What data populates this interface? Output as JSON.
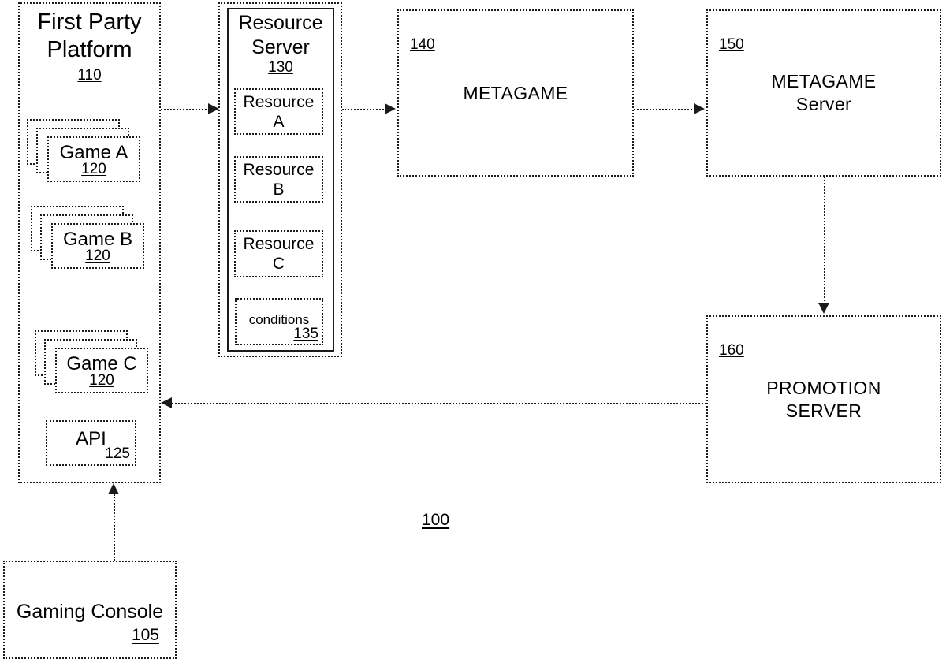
{
  "figure": {
    "reference": "100",
    "kind": "patent-block-diagram"
  },
  "blocks": {
    "first_party_platform": {
      "title_line1": "First Party",
      "title_line2": "Platform",
      "reference": "110",
      "games": [
        {
          "label": "Game A",
          "reference": "120",
          "stack_count": 3
        },
        {
          "label": "Game B",
          "reference": "120",
          "stack_count": 3
        },
        {
          "label": "Game C",
          "reference": "120",
          "stack_count": 3
        }
      ],
      "api": {
        "label": "API",
        "reference": "125"
      }
    },
    "resource_server": {
      "title_line1": "Resource",
      "title_line2": "Server",
      "reference": "130",
      "resources": [
        {
          "name_line1": "Resource",
          "name_line2": "A"
        },
        {
          "name_line1": "Resource",
          "name_line2": "B"
        },
        {
          "name_line1": "Resource",
          "name_line2": "C"
        }
      ],
      "conditions": {
        "label": "conditions",
        "reference": "135"
      }
    },
    "metagame": {
      "label": "METAGAME",
      "reference": "140"
    },
    "metagame_server": {
      "label_line1": "METAGAME",
      "label_line2": "Server",
      "reference": "150"
    },
    "promotion_server": {
      "label_line1": "PROMOTION",
      "label_line2": "SERVER",
      "reference": "160"
    },
    "gaming_console": {
      "label": "Gaming Console",
      "reference": "105"
    }
  },
  "connections": [
    {
      "id": "fpp-to-resource-server",
      "from": "first_party_platform",
      "to": "resource_server",
      "direction": "right"
    },
    {
      "id": "resource-server-to-metagame",
      "from": "resource_server",
      "to": "metagame",
      "direction": "right"
    },
    {
      "id": "metagame-to-metagame-server",
      "from": "metagame",
      "to": "metagame_server",
      "direction": "right"
    },
    {
      "id": "metagame-server-to-promotion-server",
      "from": "metagame_server",
      "to": "promotion_server",
      "direction": "down"
    },
    {
      "id": "promotion-server-to-fpp",
      "from": "promotion_server",
      "to": "first_party_platform",
      "direction": "left"
    },
    {
      "id": "gaming-console-to-fpp",
      "from": "gaming_console",
      "to": "first_party_platform",
      "direction": "up"
    }
  ],
  "colors": {
    "line": "#1a1a1a",
    "background": "#ffffff",
    "text": "#000000"
  }
}
